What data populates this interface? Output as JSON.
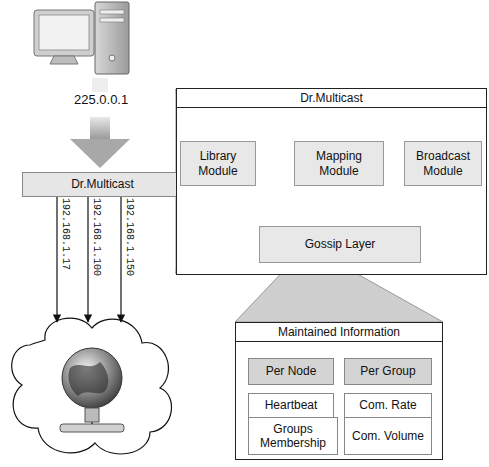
{
  "diagram": {
    "nodes": [
      {
        "text": [
          "Dr.Multicast"
        ]
      },
      {
        "text": [
          "Dr.Multicast"
        ]
      },
      {
        "text": [
          "Library Module"
        ],
        "in": 1
      },
      {
        "text": [
          "Mapping Module"
        ],
        "in": 1
      },
      {
        "text": [
          "Broadcast Module"
        ],
        "in": 1
      },
      {
        "text": [
          "Gossip Layer"
        ],
        "in": 1
      },
      {
        "text": [
          "Maintained Information"
        ]
      },
      {
        "text": [
          "Per Node"
        ],
        "in": 6
      },
      {
        "text": [
          "Heartbeat"
        ],
        "in": 6
      },
      {
        "text": [
          "Groups Membership"
        ],
        "in": 6
      },
      {
        "text": [
          "Per Group"
        ],
        "in": 6
      },
      {
        "text": [
          "Com. Rate"
        ],
        "in": 6
      },
      {
        "text": [
          "Com. Volume"
        ],
        "in": 6
      }
    ],
    "edges": [
      {
        "from": 2,
        "to": 3,
        "arrow": "both"
      },
      {
        "from": 3,
        "to": 4,
        "arrow": "to"
      },
      {
        "from": 3,
        "to": 5,
        "arrow": "to"
      },
      {
        "from": 5,
        "to": 3,
        "arrow": "to"
      }
    ],
    "labels": [
      "225.0.0.1",
      "192.168.1.17",
      "192.168.1.100",
      "192.168.1.150"
    ]
  }
}
